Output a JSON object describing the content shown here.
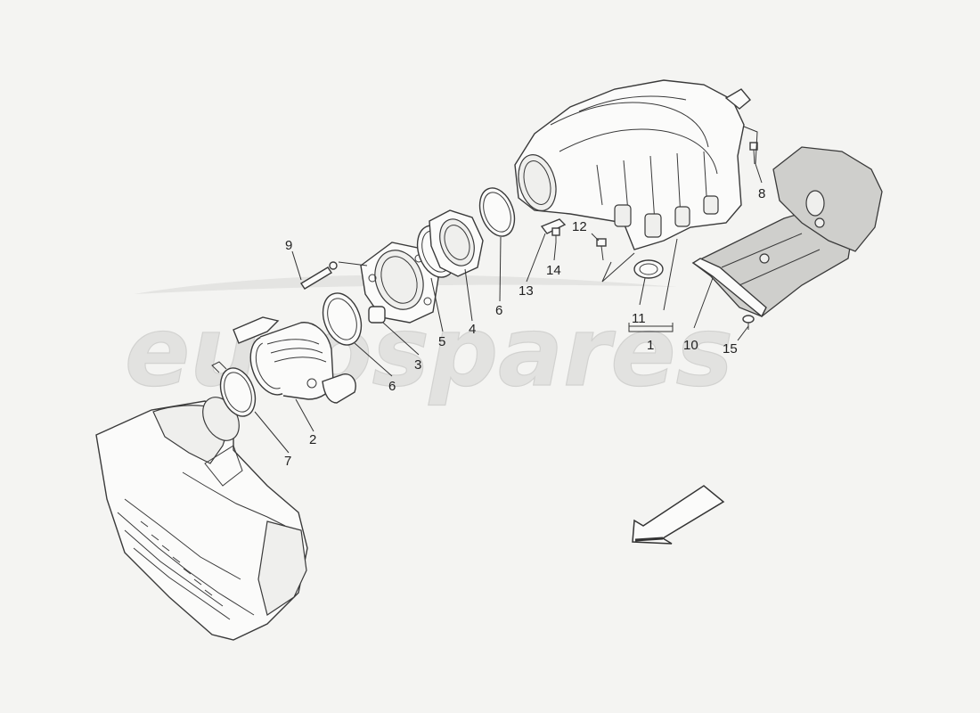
{
  "watermark": "eurospares",
  "callouts": {
    "c1": "1",
    "c2": "2",
    "c3": "3",
    "c4": "4",
    "c5": "5",
    "c6a": "6",
    "c6b": "6",
    "c7": "7",
    "c8": "8",
    "c9": "9",
    "c10": "10",
    "c11": "11",
    "c12": "12",
    "c13": "13",
    "c14": "14",
    "c15": "15"
  },
  "colors": {
    "background": "#f4f4f2",
    "line": "#333333",
    "shield_fill": "#cfcfcc"
  },
  "icons": {
    "direction": "arrow-down-left-icon"
  }
}
